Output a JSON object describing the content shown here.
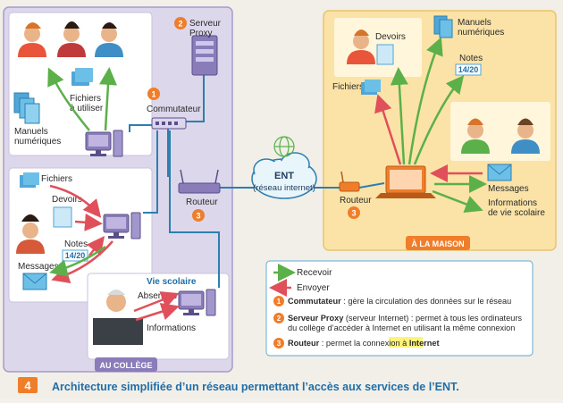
{
  "colors": {
    "college_bg": "#dcd7ea",
    "college_border": "#a79cc9",
    "home_bg": "#fbe3a8",
    "receive": "#5bb04a",
    "send": "#e0505a",
    "accent": "#f07d2a",
    "title": "#1f6ea8",
    "network": "#2d7fb0"
  },
  "college": {
    "label": "AU COLLÈGE",
    "top": {
      "fichiers_a_utiliser": "Fichiers\nà utiliser",
      "manuels": "Manuels\nnumériques"
    },
    "switch_label": "Commutateur",
    "switch_num": "1",
    "proxy_num": "2",
    "proxy_label": "Serveur\nProxy",
    "router_label": "Routeur",
    "router_num": "3",
    "class_block": {
      "fichiers": "Fichiers",
      "devoirs": "Devoirs",
      "notes": "Notes",
      "grade": "14/20",
      "messages": "Messages"
    },
    "vie_scolaire": {
      "title": "Vie scolaire",
      "absences": "Absences",
      "informations": "Informations"
    }
  },
  "ent": {
    "title": "ENT",
    "subtitle": "(réseau internet)"
  },
  "home": {
    "label": "À LA MAISON",
    "router_label": "Routeur",
    "router_num": "3",
    "devoirs": "Devoirs",
    "manuels": "Manuels\nnumériques",
    "fichiers": "Fichiers",
    "notes": "Notes",
    "grade": "14/20",
    "messages": "Messages",
    "informations": "Informations\nde vie scolaire"
  },
  "legend": {
    "recevoir": "Recevoir",
    "envoyer": "Envoyer",
    "items": [
      {
        "num": "1",
        "term": "Commutateur",
        "text": " : gère la circulation des données sur le réseau"
      },
      {
        "num": "2",
        "term": "Serveur Proxy",
        "text": " (serveur Internet) : permet à tous les ordinateurs",
        "text2": "du collège d’accéder à Internet en utilisant la même connexion"
      },
      {
        "num": "3",
        "term": "Routeur",
        "text": " : permet la connexion à ",
        "term2": "Internet"
      }
    ]
  },
  "caption": {
    "num": "4",
    "text": "Architecture simplifiée d’un réseau permettant l’accès aux services de l’ENT."
  }
}
